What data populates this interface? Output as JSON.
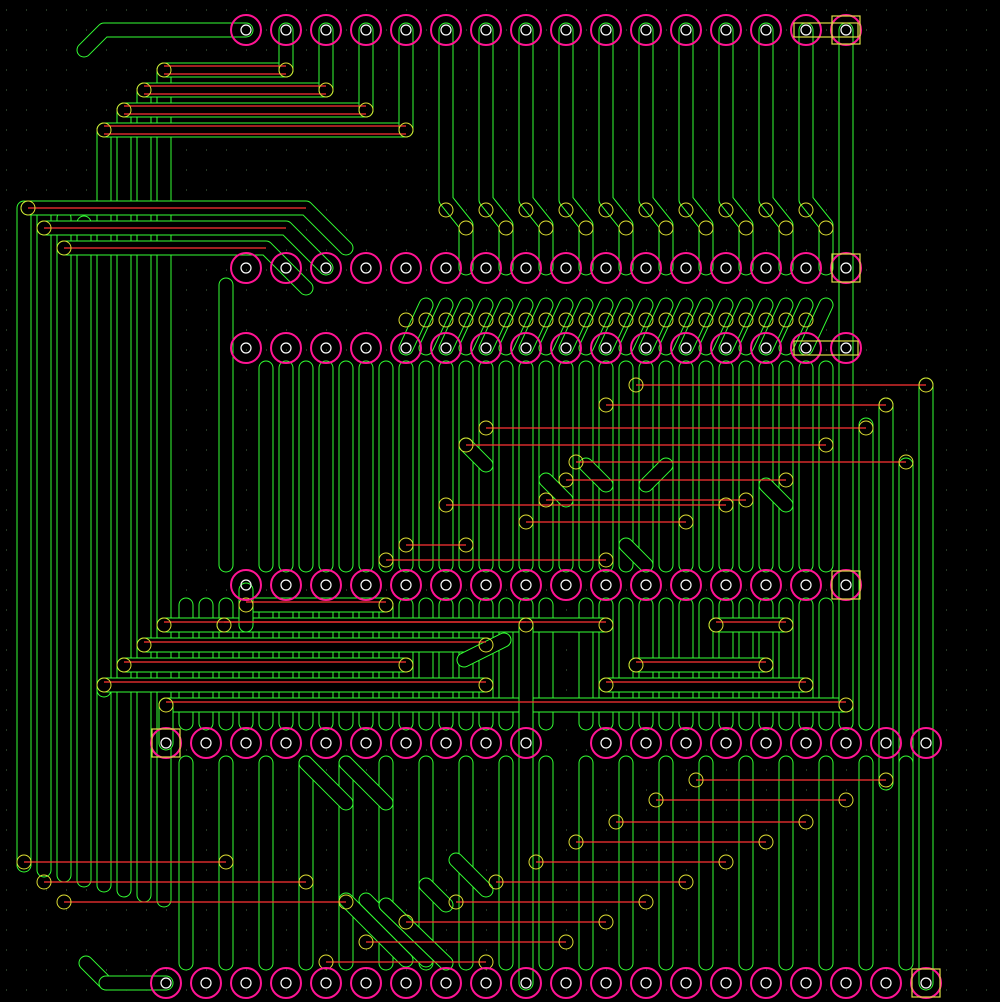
{
  "view": {
    "background": "#000000",
    "grid_dot_color": "#3a5a3a",
    "pad_ring_color": "#ff1493",
    "drill_color": "#ffffff",
    "bottom_trace_color": "#33ff33",
    "top_trace_color": "#ff3333",
    "via_color": "#dddd33",
    "square_pad_color": "#dddd44"
  },
  "components": [
    {
      "name": "header-top",
      "pin_count": 16,
      "pin1_square": "right"
    },
    {
      "name": "ic-upper",
      "pin_count": 32,
      "pin1_square": "right"
    },
    {
      "name": "header-middle",
      "pin_count": 20,
      "pin1_square": "left"
    },
    {
      "name": "header-bottom",
      "pin_count": 20,
      "pin1_square": "right"
    }
  ]
}
